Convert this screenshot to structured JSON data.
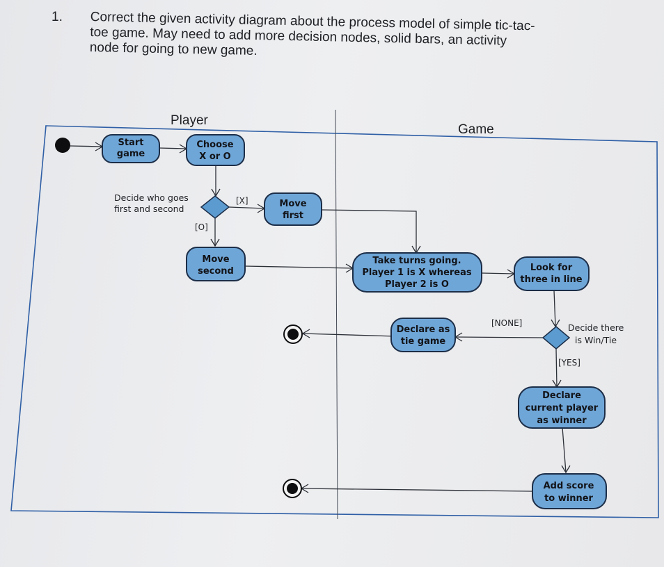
{
  "question": {
    "number": "1.",
    "lines": [
      "Correct the given activity diagram about the process model of simple tic-tac-",
      "toe game. May need to add more decision nodes, solid bars, an activity",
      "node for going to new game."
    ]
  },
  "lanes": {
    "player": "Player",
    "game": "Game"
  },
  "nodes": {
    "start_game": [
      "Start",
      "game"
    ],
    "choose": [
      "Choose",
      "X or O"
    ],
    "move_first": [
      "Move",
      "first"
    ],
    "move_second": [
      "Move",
      "second"
    ],
    "take_turns": [
      "Take turns going.",
      "Player 1 is X whereas",
      "Player 2 is O"
    ],
    "look_for": [
      "Look for",
      "three in line"
    ],
    "declare_tie": [
      "Declare as",
      "tie game"
    ],
    "declare_winner": [
      "Declare",
      "current player",
      "as winner"
    ],
    "add_score": [
      "Add score",
      "to winner"
    ]
  },
  "decisions": {
    "who_first": [
      "Decide who goes",
      "first and second"
    ],
    "win_tie": [
      "Decide there",
      "is Win/Tie"
    ]
  },
  "guards": {
    "x": "[X]",
    "o": "[O]",
    "none": "[NONE]",
    "yes": "[YES]"
  },
  "colors": {
    "node_fill": "#6fa6d8",
    "node_stroke": "#1c2e48",
    "frame": "#2f5fa6"
  }
}
